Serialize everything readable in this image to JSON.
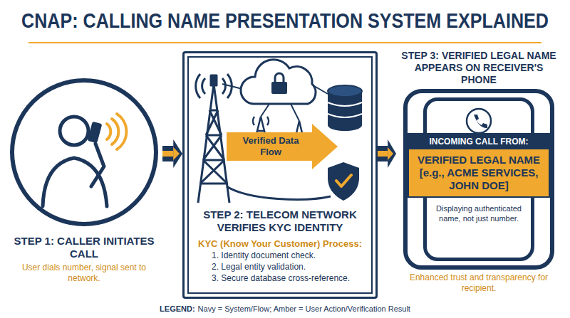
{
  "diagram": {
    "title": "CNAP: CALLING NAME PRESENTATION SYSTEM EXPLAINED",
    "nodes": [
      {
        "text": [
          "STEP 1: CALLER INITIATES CALL",
          "User dials number, signal sent to network."
        ]
      },
      {
        "text": [
          "STEP 2: TELECOM NETWORK VERIFIES KYC IDENTITY",
          "KYC (Know Your Customer) Process:",
          "1. Identity document check.",
          "2. Legal entity validation.",
          "3. Secure database cross-reference."
        ]
      },
      {
        "text": [
          "STEP 3: VERIFIED LEGAL NAME APPEARS ON RECEIVER'S PHONE",
          "Displaying authenticated name, not just number.",
          "Enhanced trust and transparency for recipient."
        ]
      },
      {
        "text": [
          "INCOMING CALL FROM:",
          "VERIFIED LEGAL NAME [e.g., ACME SERVICES, JOHN DOE]"
        ],
        "in": 2
      }
    ],
    "edges": [
      {
        "from": 0,
        "to": 1,
        "arrow": "to"
      },
      {
        "from": 1,
        "to": 2,
        "arrow": "to"
      }
    ],
    "labels": [
      "Verified Data Flow",
      "LEGEND:",
      "Navy = System/Flow; Amber = User Action/Verification Result"
    ]
  }
}
